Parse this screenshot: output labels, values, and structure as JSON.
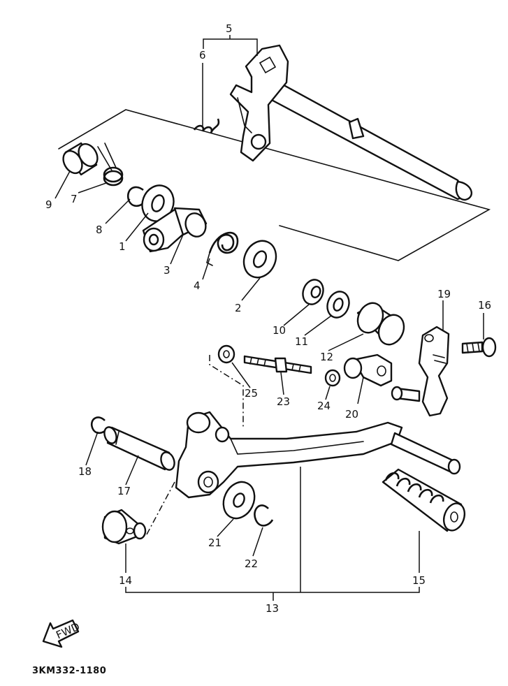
{
  "diagram_code": "3KM332-1180",
  "fwd_label": "FWD",
  "callouts": [
    "1",
    "2",
    "3",
    "4",
    "5",
    "6",
    "7",
    "8",
    "9",
    "10",
    "11",
    "12",
    "13",
    "14",
    "15",
    "16",
    "17",
    "18",
    "19",
    "20",
    "21",
    "22",
    "23",
    "24",
    "25"
  ],
  "colors": {
    "ink": "#111111",
    "paper": "#ffffff"
  }
}
